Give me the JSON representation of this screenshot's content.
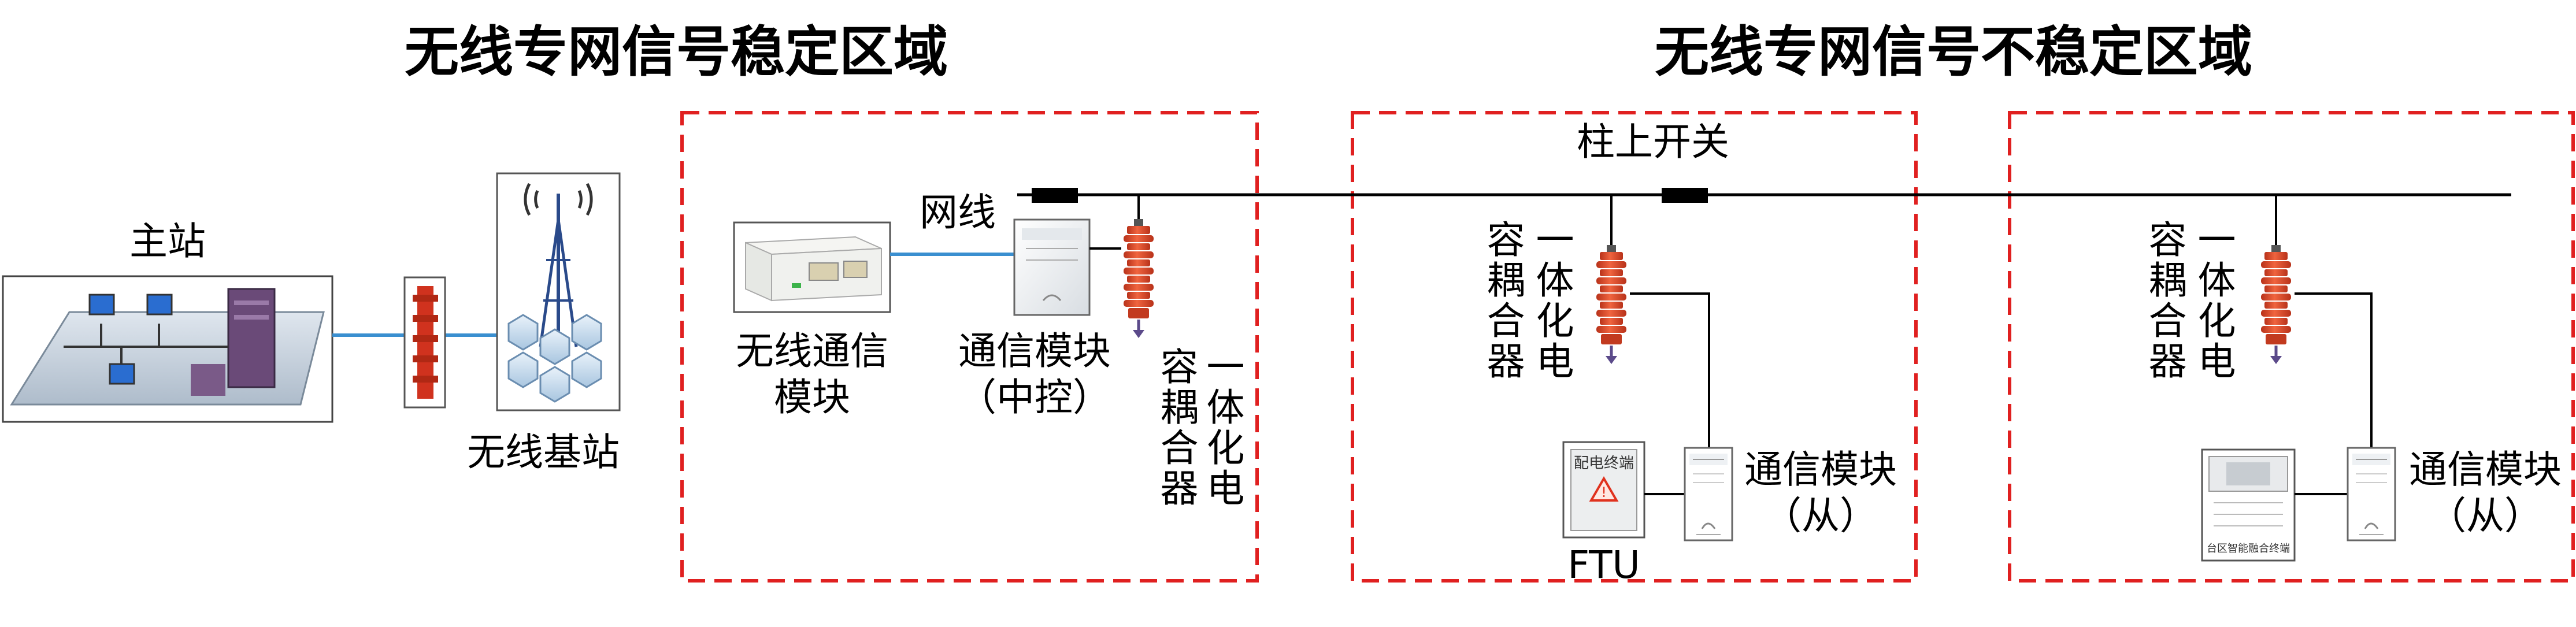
{
  "titles": {
    "stable": "无线专网信号稳定区域",
    "unstable": "无线专网信号不稳定区域"
  },
  "labels": {
    "master_station": "主站",
    "wireless_base_station": "无线基站",
    "network_cable": "网线",
    "wireless_comm_module": [
      "无线通信",
      "模块"
    ],
    "comm_module_central": [
      "通信模块",
      "（中控）"
    ],
    "pole_switch": "柱上开关",
    "ftu": "FTU",
    "comm_module_slave": [
      "通信模块",
      "（从）"
    ],
    "coupler_columns": [
      "一体化电",
      "容耦合器"
    ],
    "ftu_box_text": "配电终端",
    "meter_box_text": "台区智能融合终端"
  },
  "colors": {
    "dashed_region": "#e02020",
    "link_line": "#3a8fd0",
    "coupler": "#e8472a",
    "bus_line": "#000000"
  },
  "icons": [
    "network-scene-icon",
    "signal-tower-icon",
    "lightning-arrester-icon",
    "capacitive-coupler-icon",
    "breaker-icon",
    "ground-arrow-icon",
    "warning-triangle-icon"
  ]
}
